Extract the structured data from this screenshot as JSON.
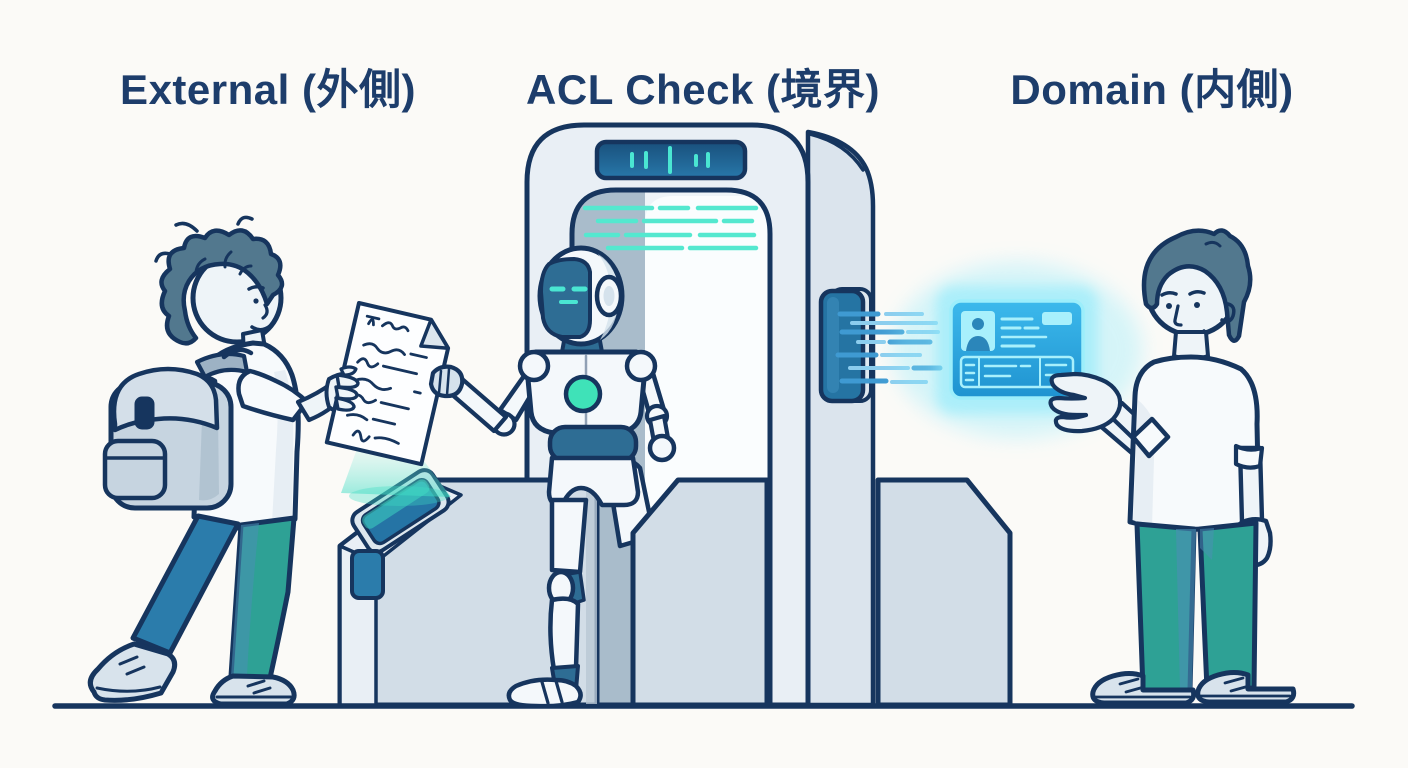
{
  "zone_labels": {
    "external": "External (外側)",
    "acl_check": "ACL Check (境界)",
    "domain": "Domain (内側)"
  },
  "colors": {
    "background": "#fbfaf7",
    "outline": "#16355e",
    "label_text": "#1d3d6b",
    "gate_fill": "#e9eff5",
    "gate_side": "#dbe4ed",
    "arch_interior": "#eef4f8",
    "arch_band": "#a9bccb",
    "arch_inner_panel": "#fafdfe",
    "display_top": "#19507c",
    "display_bottom": "#2878aa",
    "tick_teal": "#4ae6d2",
    "scanline_teal": "#54e8cf",
    "slot_fill": "#2574a3",
    "slot_rim": "#dfe8f0",
    "slot_highlight": "#3f8fc0",
    "stream_dark": "#3f9ad2",
    "stream_light": "#8ccdee",
    "card_glow": "#8feafb",
    "card_top": "#3cb9ec",
    "card_bottom": "#1f93d0",
    "card_border": "#9ceefb",
    "card_detail": "#a8f0fc",
    "card_icon": "#2b86ba",
    "barrier_front": "#d2dde7",
    "barrier_light": "#e9eff5",
    "barrier_edge": "#b9c8d5",
    "scanner_screen": "#2574a5",
    "scanner_rim": "#dde7ee",
    "beam_teal": "#3fdcc4",
    "beam_soft": "#7fe9d8",
    "indicator_blue": "#2b7cab",
    "robot_white": "#f4f8fb",
    "robot_shade": "#d5e2ec",
    "robot_blue": "#2e6d94",
    "robot_accent": "#3fe2b8",
    "skin": "#eef4f8",
    "hair": "#52788e",
    "shirt": "#f7fafc",
    "shirt_shade": "#e2ebf1",
    "pants_teal": "#2ea195",
    "pants_blue": "#2b7cab",
    "pants_shade": "#4b8fb5",
    "shoe_fill": "#d8e3ec",
    "backpack_fill": "#c6d4e0",
    "backpack_flap": "#d4dfe9",
    "backpack_shade": "#a8bccb",
    "backpack_dark": "#5b7f99",
    "strap_fill": "#9db2c4",
    "paper_fill": "#fdfeff",
    "paper_fold": "#dce6ee"
  }
}
